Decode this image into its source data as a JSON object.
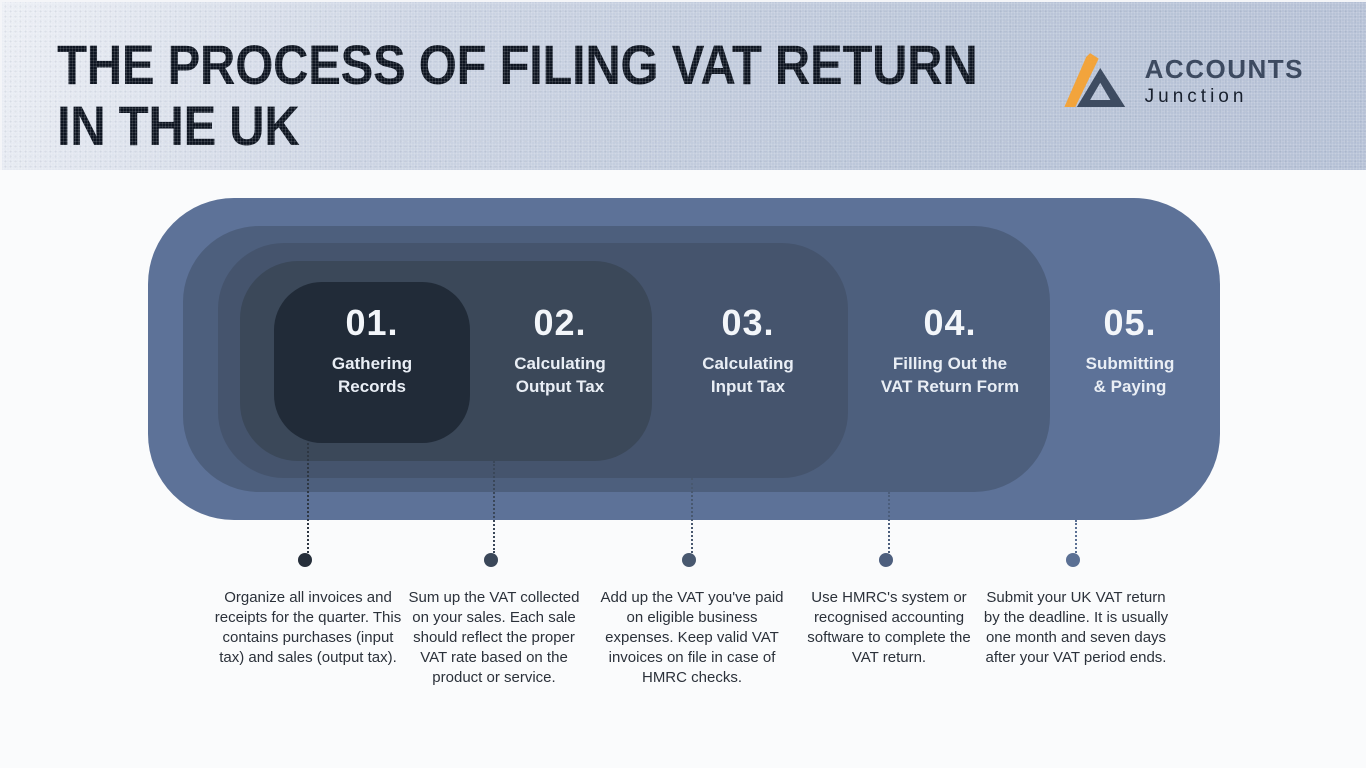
{
  "header": {
    "title_line1": "THE PROCESS OF FILING VAT RETURN",
    "title_line2": "IN THE UK",
    "background_color": "#C3CDDE",
    "logo": {
      "brand": "ACCOUNTS",
      "brand_sub": "Junction",
      "icon": "accounts-junction-triangle-logo",
      "accent_color": "#F2A43C",
      "dark_color": "#3E4C61"
    }
  },
  "canvas": {
    "background_color": "#FAFBFC"
  },
  "steps": [
    {
      "number": "01.",
      "title_line1": "Gathering",
      "title_line2": "Records",
      "description": "Organize all invoices and receipts for the quarter. This contains purchases (input tax) and sales (output tax).",
      "ring_color": "#212B38",
      "dot_color": "#262F3B"
    },
    {
      "number": "02.",
      "title_line1": "Calculating",
      "title_line2": "Output Tax",
      "description": "Sum up the VAT collected on your sales. Each sale should reflect the proper VAT rate based on the product or service.",
      "ring_color": "#3B4859",
      "dot_color": "#3A4759"
    },
    {
      "number": "03.",
      "title_line1": "Calculating",
      "title_line2": "Input Tax",
      "description": "Add up the VAT you've paid on eligible business expenses. Keep valid VAT invoices on file in case of HMRC checks.",
      "ring_color": "#45546D",
      "dot_color": "#48586F"
    },
    {
      "number": "04.",
      "title_line1": "Filling Out the",
      "title_line2": "VAT Return Form",
      "description": "Use HMRC's system or recognised accounting software to complete the VAT return.",
      "ring_color": "#4D5F7D",
      "dot_color": "#4D5F7E"
    },
    {
      "number": "05.",
      "title_line1": "Submitting",
      "title_line2": "& Paying",
      "description": "Submit your UK VAT return by the deadline. It is usually one month and seven days after your VAT period ends.",
      "ring_color": "#5D7298",
      "dot_color": "#5B7094"
    }
  ]
}
